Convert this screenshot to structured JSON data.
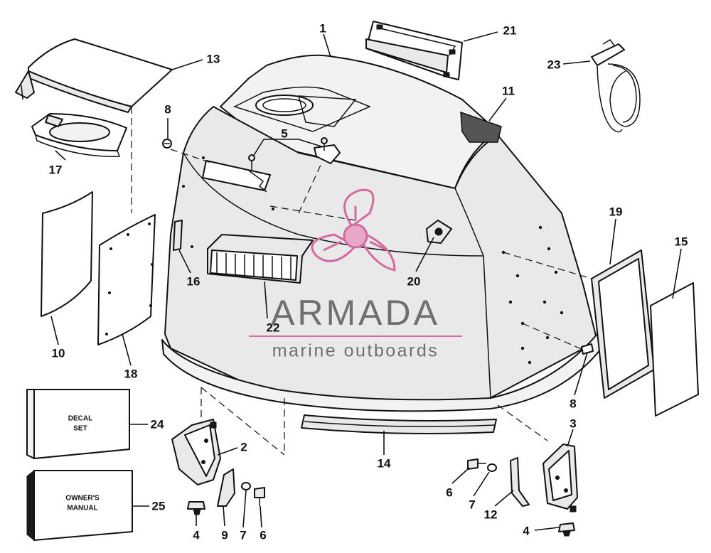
{
  "diagram": {
    "callouts": [
      {
        "id": "c1",
        "text": "1"
      },
      {
        "id": "c21",
        "text": "21"
      },
      {
        "id": "c13",
        "text": "13"
      },
      {
        "id": "c23",
        "text": "23"
      },
      {
        "id": "c8a",
        "text": "8"
      },
      {
        "id": "c11",
        "text": "11"
      },
      {
        "id": "c5",
        "text": "5"
      },
      {
        "id": "c17",
        "text": "17"
      },
      {
        "id": "c19",
        "text": "19"
      },
      {
        "id": "c15",
        "text": "15"
      },
      {
        "id": "c16",
        "text": "16"
      },
      {
        "id": "c20",
        "text": "20"
      },
      {
        "id": "c10",
        "text": "10"
      },
      {
        "id": "c22",
        "text": "22"
      },
      {
        "id": "c18",
        "text": "18"
      },
      {
        "id": "c8b",
        "text": "8"
      },
      {
        "id": "c24",
        "text": "24"
      },
      {
        "id": "c2",
        "text": "2"
      },
      {
        "id": "c3",
        "text": "3"
      },
      {
        "id": "c14",
        "text": "14"
      },
      {
        "id": "c6a",
        "text": "6"
      },
      {
        "id": "c7a",
        "text": "7"
      },
      {
        "id": "c12",
        "text": "12"
      },
      {
        "id": "c25",
        "text": "25"
      },
      {
        "id": "c4a",
        "text": "4"
      },
      {
        "id": "c9",
        "text": "9"
      },
      {
        "id": "c7b",
        "text": "7"
      },
      {
        "id": "c6b",
        "text": "6"
      },
      {
        "id": "c4b",
        "text": "4"
      }
    ],
    "boxes": {
      "decal_set": "DECAL\nSET",
      "owners_manual": "OWNER'S\nMANUAL"
    }
  },
  "watermark": {
    "brand": "ARMADA",
    "tagline": "marine outboards",
    "colors": {
      "pink": "#d46aa2",
      "gray": "#6f6f6f"
    }
  }
}
